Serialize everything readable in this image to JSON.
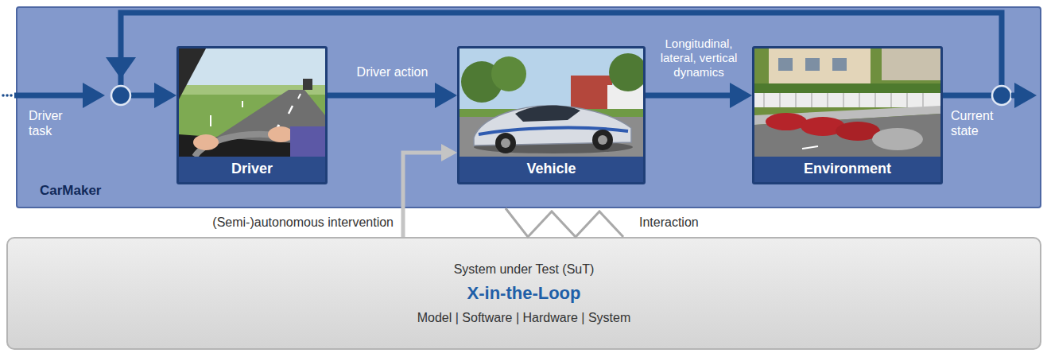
{
  "diagram": {
    "nodes": [
      {
        "text": [
          "CarMaker"
        ]
      },
      {
        "text": [
          "Driver"
        ],
        "in": 0
      },
      {
        "text": [
          "Vehicle"
        ],
        "in": 0
      },
      {
        "text": [
          "Environment"
        ],
        "in": 0
      },
      {
        "text": [
          "System under Test (SuT)",
          "X-in-the-Loop",
          "Model | Software | Hardware | System"
        ]
      }
    ],
    "edges": [
      {
        "from": 1,
        "to": 2,
        "arrow": "to",
        "label": "Driver action"
      },
      {
        "from": 2,
        "to": 3,
        "arrow": "to",
        "label": "Longitudinal, lateral, vertical dynamics"
      },
      {
        "from": 3,
        "to": 1,
        "arrow": "to"
      },
      {
        "from": 4,
        "to": 2,
        "arrow": "to",
        "label": "(Semi-)autonomous intervention"
      },
      {
        "from": 0,
        "to": 4,
        "arrow": "none",
        "label": "Interaction"
      }
    ],
    "labels": [
      "Driver task",
      "Current state"
    ]
  }
}
